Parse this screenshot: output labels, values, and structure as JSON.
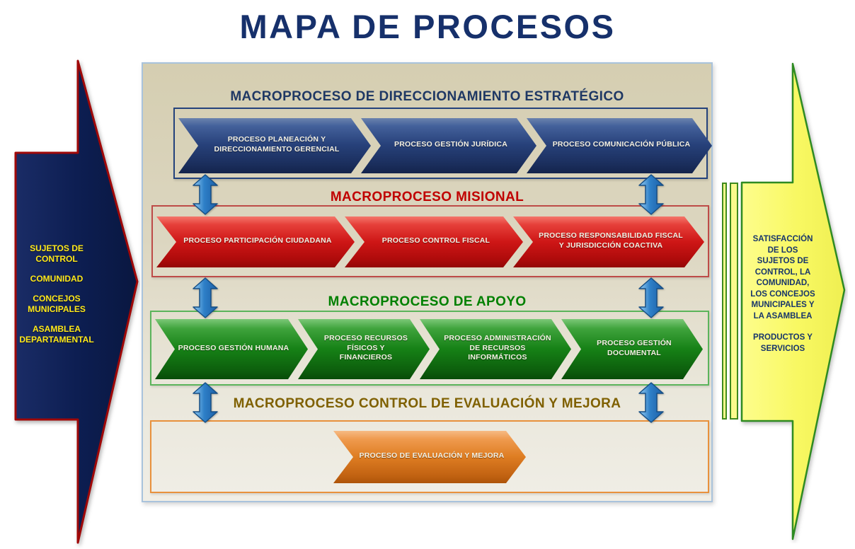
{
  "title": "MAPA DE PROCESOS",
  "left_arrow": {
    "items": [
      "SUJETOS DE CONTROL",
      "COMUNIDAD",
      "CONCEJOS MUNICIPALES",
      "ASAMBLEA DEPARTAMENTAL"
    ]
  },
  "right_arrow": {
    "satisfaction": "SATISFACCIÓN DE LOS SUJETOS DE CONTROL, LA COMUNIDAD, LOS CONCEJOS MUNICIPALES Y LA ASAMBLEA",
    "products": "PRODUCTOS Y SERVICIOS"
  },
  "macroprocesos": [
    {
      "name": "MACROPROCESO DE DIRECCIONAMIENTO ESTRATÉGICO",
      "color": "#1F3864",
      "processes": [
        "PROCESO PLANEACIÓN Y DIRECCIONAMIENTO GERENCIAL",
        "PROCESO GESTIÓN JURÍDICA",
        "PROCESO COMUNICACIÓN PÚBLICA"
      ]
    },
    {
      "name": "MACROPROCESO MISIONAL",
      "color": "#C00000",
      "processes": [
        "PROCESO PARTICIPACIÓN CIUDADANA",
        "PROCESO CONTROL FISCAL",
        "PROCESO RESPONSABILIDAD FISCAL Y JURISDICCIÓN COACTIVA"
      ]
    },
    {
      "name": "MACROPROCESO DE APOYO",
      "color": "#008000",
      "processes": [
        "PROCESO GESTIÓN HUMANA",
        "PROCESO RECURSOS FÍSICOS Y FINANCIEROS",
        "PROCESO ADMINISTRACIÓN DE RECURSOS INFORMÁTICOS",
        "PROCESO GESTIÓN DOCUMENTAL"
      ]
    },
    {
      "name": "MACROPROCESO CONTROL DE EVALUACIÓN Y MEJORA",
      "color": "#7F6000",
      "processes": [
        "PROCESO DE EVALUACIÓN Y MEJORA"
      ]
    }
  ],
  "colors": {
    "title": "#16306B",
    "panel_background_top": "#D5CEB1",
    "panel_background_bottom": "#F0EEE6",
    "panel_border": "#A9C3DC",
    "chevron_navy": "#27417A",
    "chevron_red": "#CE1616",
    "chevron_green": "#168116",
    "chevron_orange": "#DE7D22",
    "connector_blue": "#2E80C8",
    "input_arrow_fill": "#0D1E52",
    "input_arrow_border": "#A00808",
    "input_arrow_text": "#FFE91A",
    "output_arrow_fill": "#FAFA66",
    "output_arrow_border": "#2E8B22",
    "output_arrow_text": "#17356B"
  }
}
